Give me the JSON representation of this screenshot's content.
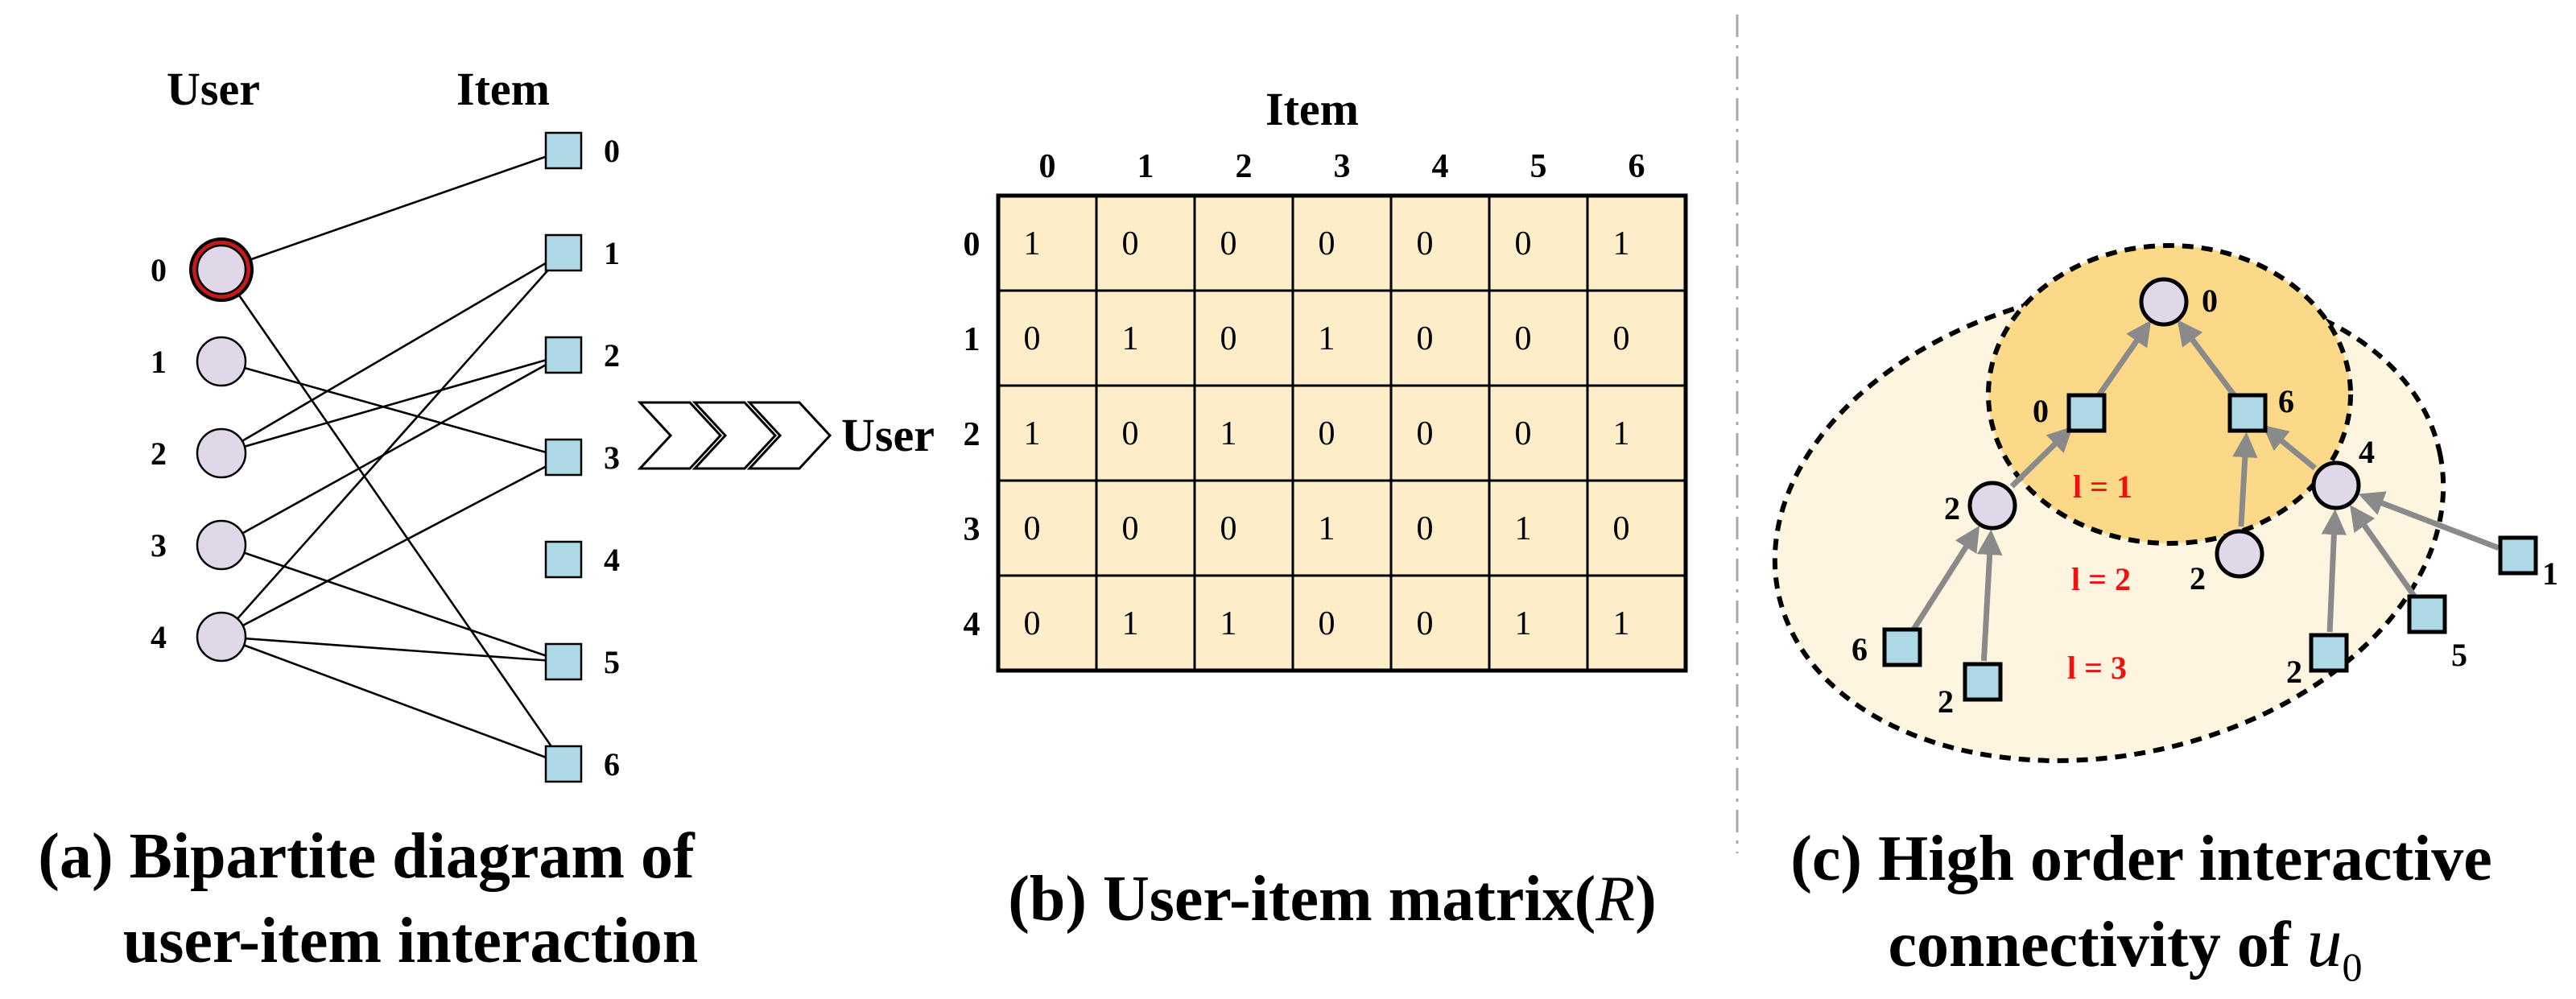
{
  "panel_a": {
    "user_header": "User",
    "item_header": "Item",
    "users": [
      "0",
      "1",
      "2",
      "3",
      "4"
    ],
    "items": [
      "0",
      "1",
      "2",
      "3",
      "4",
      "5",
      "6"
    ],
    "edges": [
      [
        0,
        0
      ],
      [
        0,
        6
      ],
      [
        1,
        3
      ],
      [
        2,
        1
      ],
      [
        2,
        2
      ],
      [
        3,
        2
      ],
      [
        3,
        5
      ],
      [
        4,
        1
      ],
      [
        4,
        3
      ],
      [
        4,
        5
      ],
      [
        4,
        6
      ]
    ],
    "highlight_user": 0,
    "caption_line1": "(a) Bipartite diagram of",
    "caption_line2": "user-item interaction"
  },
  "panel_b": {
    "item_label": "Item",
    "user_label": "User",
    "col_headers": [
      "0",
      "1",
      "2",
      "3",
      "4",
      "5",
      "6"
    ],
    "row_headers": [
      "0",
      "1",
      "2",
      "3",
      "4"
    ],
    "matrix": [
      [
        "1",
        "0",
        "0",
        "0",
        "0",
        "0",
        "1"
      ],
      [
        "0",
        "1",
        "0",
        "1",
        "0",
        "0",
        "0"
      ],
      [
        "1",
        "0",
        "1",
        "0",
        "0",
        "0",
        "1"
      ],
      [
        "0",
        "0",
        "0",
        "1",
        "0",
        "1",
        "0"
      ],
      [
        "0",
        "1",
        "1",
        "0",
        "0",
        "1",
        "1"
      ]
    ],
    "caption_main": "(b) User-item matrix(",
    "caption_symbol": "R",
    "caption_close": ")"
  },
  "panel_c": {
    "root_label": "0",
    "l1_item_left": "0",
    "l1_item_right": "6",
    "l2_user_left": "2",
    "l2_user_mid": "2",
    "l2_user_right": "4",
    "l3_item_a": "6",
    "l3_item_b": "2",
    "l3_item_c": "2",
    "l3_item_d": "5",
    "l3_item_e": "1",
    "layer1_label": "l = 1",
    "layer2_label": "l = 2",
    "layer3_label": "l = 3",
    "caption_line1": "(c) High order interactive",
    "caption_line2": "connectivity of ",
    "caption_symbol": "u",
    "caption_subscript": "0"
  },
  "colors": {
    "user_node": "#e0d8e8",
    "user_highlight_ring": "#c41a1a",
    "item_node": "#add8e6",
    "matrix_cell": "#fdedc8",
    "inner_ellipse": "#fbd988",
    "outer_ellipse": "#fef5e0",
    "arrow": "#8a8a8a",
    "layer_label": "#ee1111"
  }
}
